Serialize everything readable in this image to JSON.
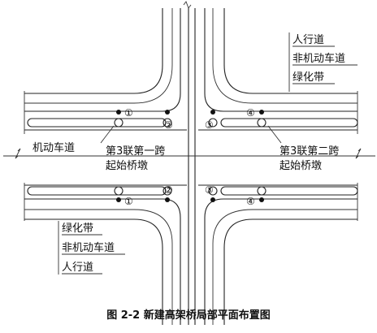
{
  "labels": {
    "top_right": [
      "人行道",
      "非机动车道",
      "绿化带"
    ],
    "bottom_left": [
      "绿化带",
      "非机动车道",
      "人行道"
    ],
    "motor_lane": "机动车道",
    "pier_left": [
      "第3联第一跨",
      "起始桥墩"
    ],
    "pier_right": [
      "第3联第二跨",
      "起始桥墩"
    ]
  },
  "pier_numbers": {
    "tl_1": "①",
    "tl_2": "②",
    "tr_3": "③",
    "tr_4": "④",
    "bl_2": "②",
    "bl_1": "①",
    "br_3": "③",
    "br_4": "④"
  },
  "caption": "图 2-2    新建高架桥局部平面布置图"
}
